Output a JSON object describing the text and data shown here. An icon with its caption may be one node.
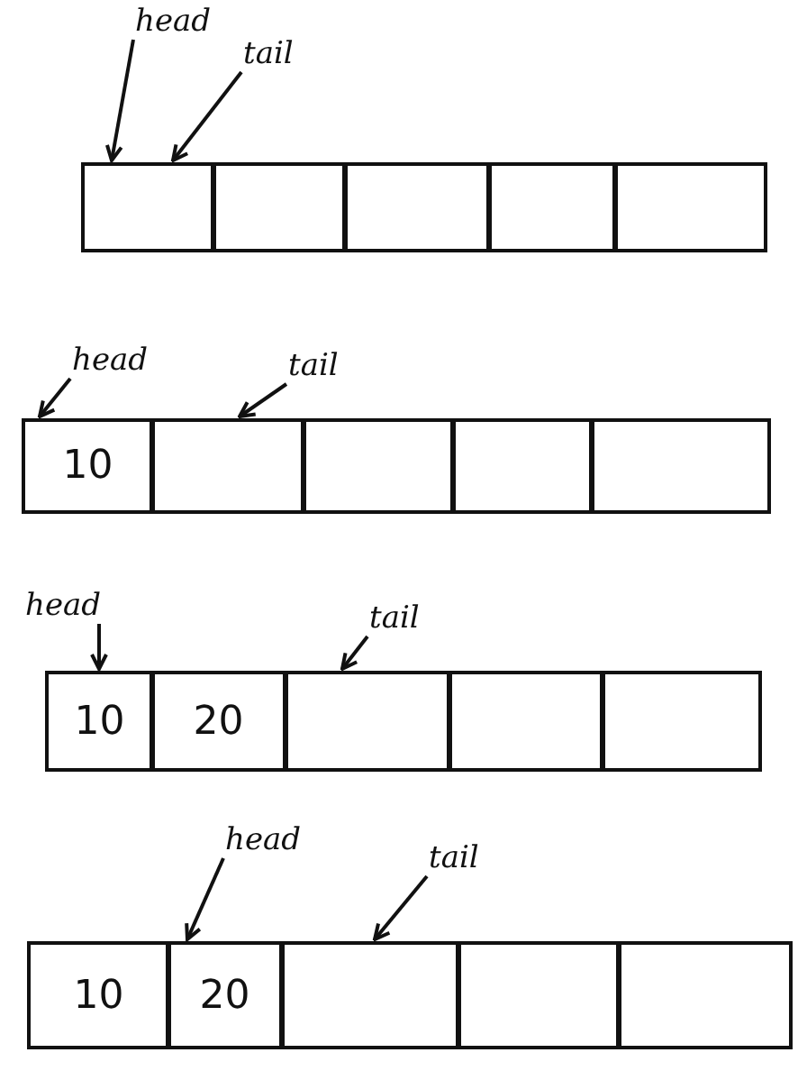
{
  "diagram": {
    "nodes": [
      {
        "text": [
          "head"
        ]
      },
      {
        "text": [
          "tail"
        ]
      },
      {
        "text": [],
        "shape": "box"
      },
      {
        "text": [],
        "shape": "box"
      },
      {
        "text": [],
        "shape": "box"
      },
      {
        "text": [],
        "shape": "box"
      },
      {
        "text": [],
        "shape": "box"
      },
      {
        "text": [
          "head"
        ]
      },
      {
        "text": [
          "tail"
        ]
      },
      {
        "text": [
          "10"
        ]
      },
      {
        "text": [],
        "shape": "box"
      },
      {
        "text": [],
        "shape": "box"
      },
      {
        "text": [],
        "shape": "box"
      },
      {
        "text": [],
        "shape": "box"
      },
      {
        "text": [
          "head"
        ]
      },
      {
        "text": [
          "tail"
        ]
      },
      {
        "text": [
          "10"
        ]
      },
      {
        "text": [
          "20"
        ]
      },
      {
        "text": [],
        "shape": "box"
      },
      {
        "text": [],
        "shape": "box"
      },
      {
        "text": [],
        "shape": "box"
      },
      {
        "text": [
          "head"
        ]
      },
      {
        "text": [
          "tail"
        ]
      },
      {
        "text": [
          "10"
        ]
      },
      {
        "text": [
          "20"
        ]
      },
      {
        "text": [],
        "shape": "box"
      },
      {
        "text": [],
        "shape": "box"
      },
      {
        "text": [],
        "shape": "box"
      }
    ],
    "edges": [
      {
        "from": 0,
        "to": 2,
        "arrow": "to"
      },
      {
        "from": 1,
        "to": 2,
        "arrow": "to"
      },
      {
        "from": 7,
        "to": 9,
        "arrow": "to"
      },
      {
        "from": 8,
        "to": 10,
        "arrow": "to"
      },
      {
        "from": 14,
        "to": 16,
        "arrow": "to"
      },
      {
        "from": 15,
        "to": 18,
        "arrow": "to"
      },
      {
        "from": 21,
        "to": 24,
        "arrow": "to"
      },
      {
        "from": 22,
        "to": 25,
        "arrow": "to"
      }
    ]
  }
}
